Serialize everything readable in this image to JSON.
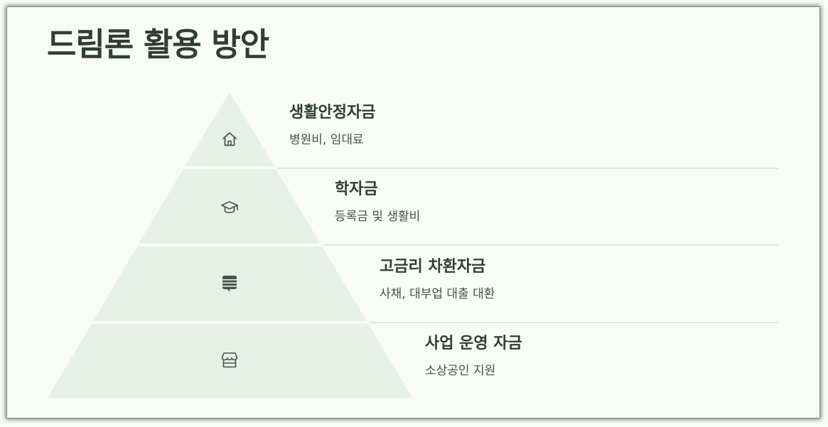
{
  "title": "드림론 활용 방안",
  "tiers": [
    {
      "title": "생활안정자금",
      "subtitle": "병원비, 임대료",
      "icon": "home-icon"
    },
    {
      "title": "학자금",
      "subtitle": "등록금 및 생활비",
      "icon": "graduation-cap-icon"
    },
    {
      "title": "고금리 차환자금",
      "subtitle": "사채, 대부업 대출 대환",
      "icon": "document-stack-icon"
    },
    {
      "title": "사업 운영 자금",
      "subtitle": "소상공인 지원",
      "icon": "storefront-icon"
    }
  ],
  "colors": {
    "background": "#f7fcf6",
    "tier_fill": "#e5f0e6",
    "divider": "#dfe9e0",
    "text": "#2f3d36",
    "icon": "#46524b"
  }
}
